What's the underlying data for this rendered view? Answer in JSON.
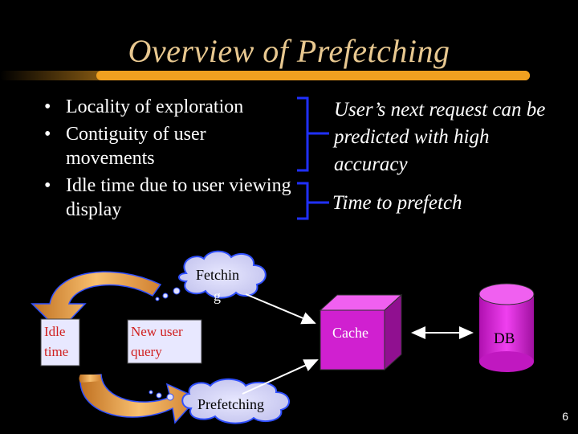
{
  "slide": {
    "title": "Overview of Prefetching",
    "bullets": [
      "Locality of exploration",
      "Contiguity of user movements",
      "Idle time due to user viewing display"
    ],
    "consequence_1": "User’s next request can be predicted with high accuracy",
    "consequence_2": "Time to prefetch",
    "page_number": "6"
  },
  "diagram": {
    "fetching_line1": "Fetchin",
    "fetching_line2": "g",
    "idle_time_line1": "Idle",
    "idle_time_line2": "time",
    "new_user_query_line1": "New user",
    "new_user_query_line2": "query",
    "prefetching": "Prefetching",
    "cache": "Cache",
    "db": "DB"
  },
  "colors": {
    "title": "#e8c890",
    "underline": "#f0a020",
    "accent_blue": "#2030ff",
    "cache_fill": "#d020d0",
    "db_fill": "#e020e0",
    "label_red": "#d02020",
    "arrow_orange": "#f0a040"
  }
}
